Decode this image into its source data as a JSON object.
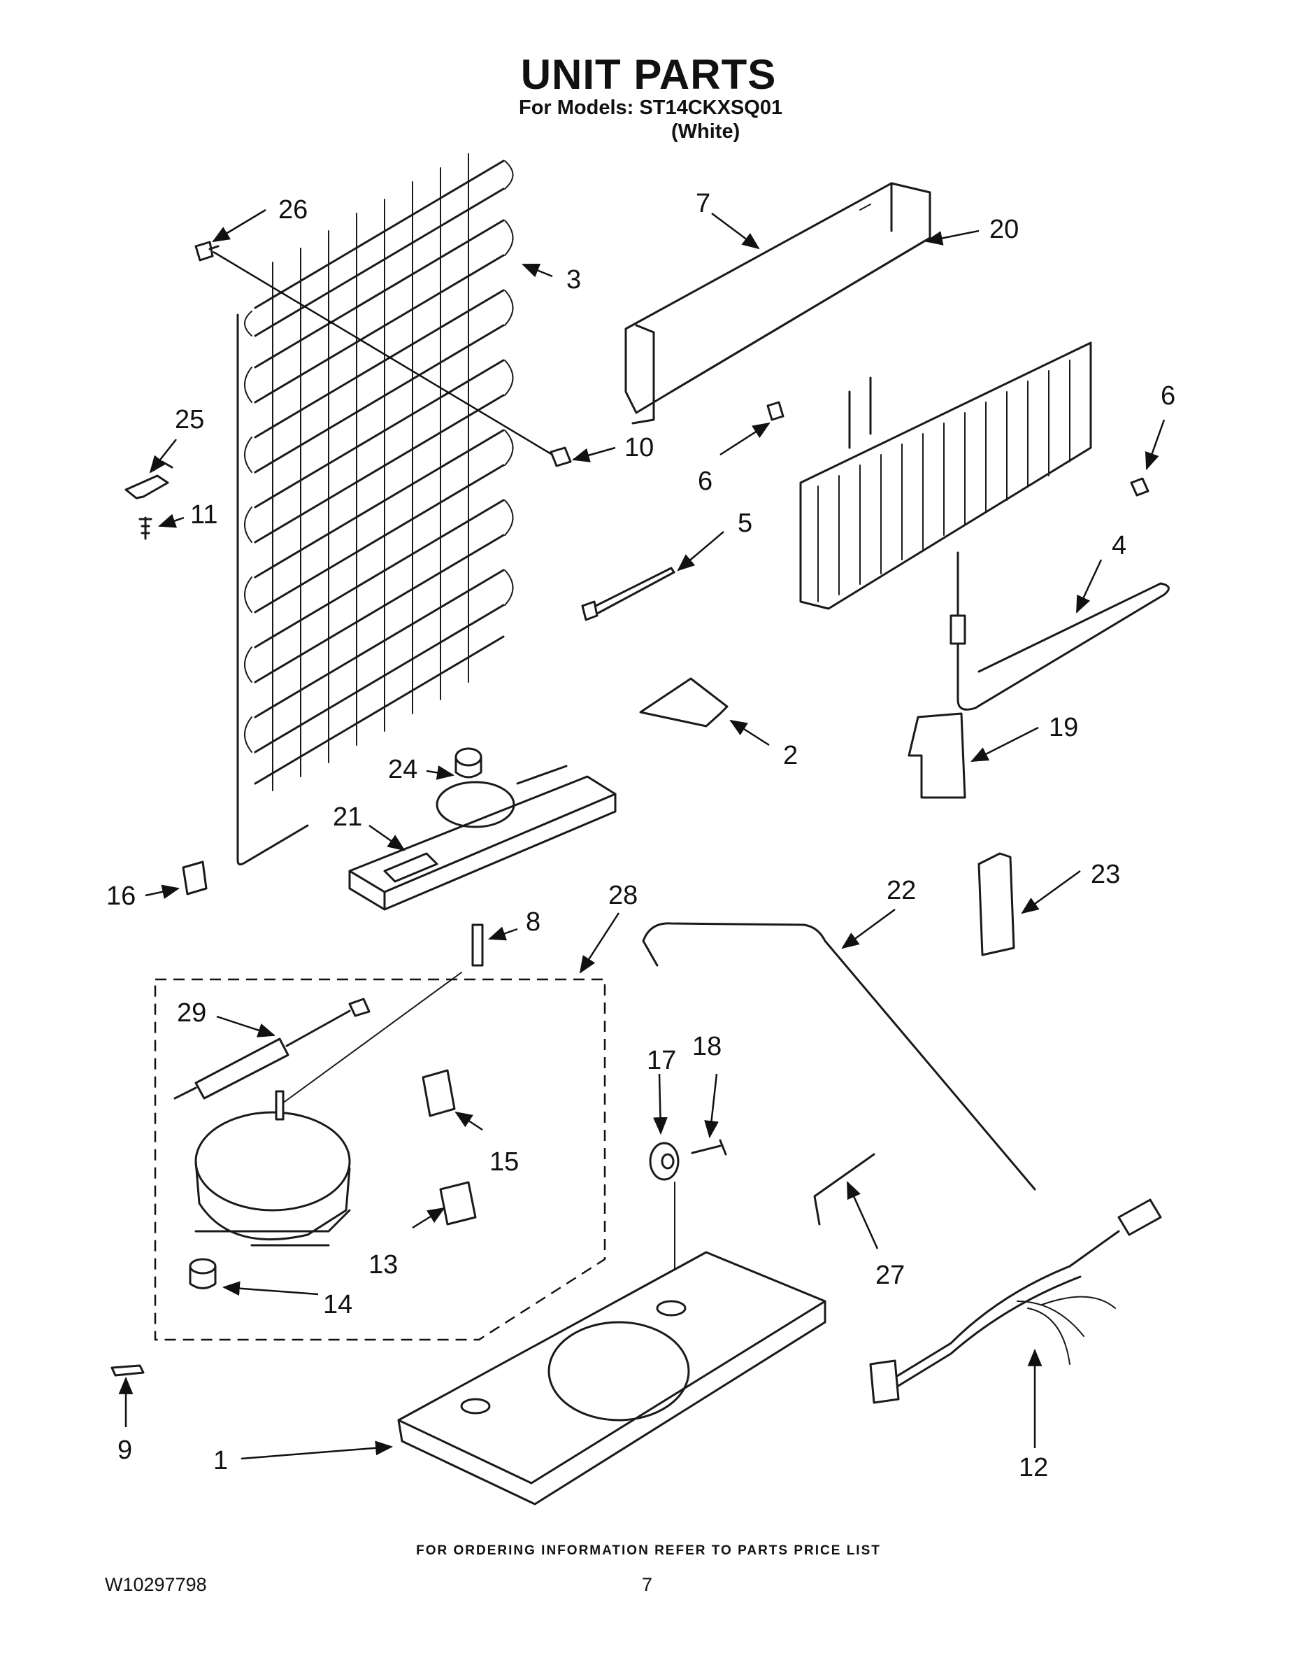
{
  "header": {
    "title": "UNIT PARTS",
    "models_line": "For Models: ST14CKXSQ01",
    "variant": "(White)"
  },
  "callouts": {
    "c1": "1",
    "c2": "2",
    "c3": "3",
    "c4": "4",
    "c5": "5",
    "c6a": "6",
    "c6b": "6",
    "c7": "7",
    "c8": "8",
    "c9": "9",
    "c10": "10",
    "c11": "11",
    "c12": "12",
    "c13": "13",
    "c14": "14",
    "c15": "15",
    "c16": "16",
    "c17": "17",
    "c18": "18",
    "c19": "19",
    "c20": "20",
    "c21": "21",
    "c22": "22",
    "c23": "23",
    "c24": "24",
    "c25": "25",
    "c26": "26",
    "c27": "27",
    "c28": "28",
    "c29": "29"
  },
  "footer": {
    "ordering_note": "FOR ORDERING INFORMATION REFER TO PARTS PRICE LIST",
    "document_number": "W10297798",
    "page_number": "7"
  }
}
